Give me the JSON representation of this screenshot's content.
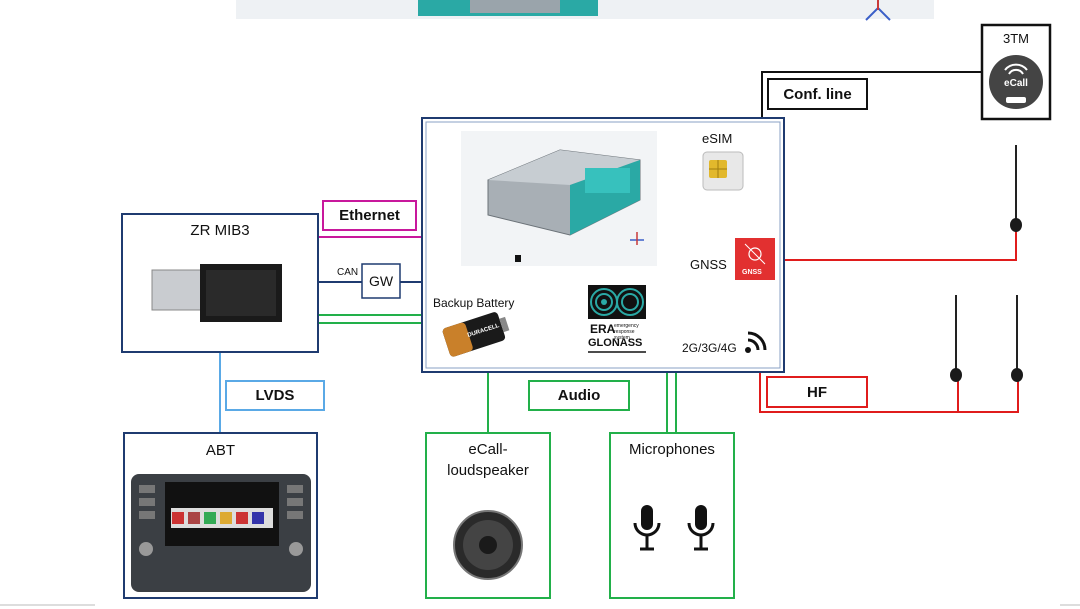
{
  "components": {
    "tcu": {
      "esim": "eSIM",
      "gnss": "GNSS",
      "gnss_icon_text": "GNSS",
      "backup_battery": "Backup Battery",
      "battery_icon_text": "DURACELL",
      "era_glonass_top": "ERA",
      "era_glonass_sub": "emergency response system",
      "era_glonass_bottom": "GLONASS",
      "cellular": "2G/3G/4G"
    },
    "zr_mib3": "ZR MIB3",
    "gw": "GW",
    "can": "CAN",
    "abt": "ABT",
    "speaker": {
      "line1": "eCall-",
      "line2": "loudspeaker"
    },
    "microphones": "Microphones",
    "tm3": "3TM",
    "ecall_icon_text": "eCall"
  },
  "connections": {
    "ethernet": "Ethernet",
    "lvds": "LVDS",
    "audio": "Audio",
    "hf": "HF",
    "conf_line": "Conf. line"
  },
  "colors": {
    "navy": "#1f3b70",
    "ethernet": "#c8189c",
    "lvds": "#5aa9e6",
    "audio": "#22b04a",
    "hf": "#e01c1c",
    "black": "#111111",
    "teal": "#2aa9a5"
  }
}
